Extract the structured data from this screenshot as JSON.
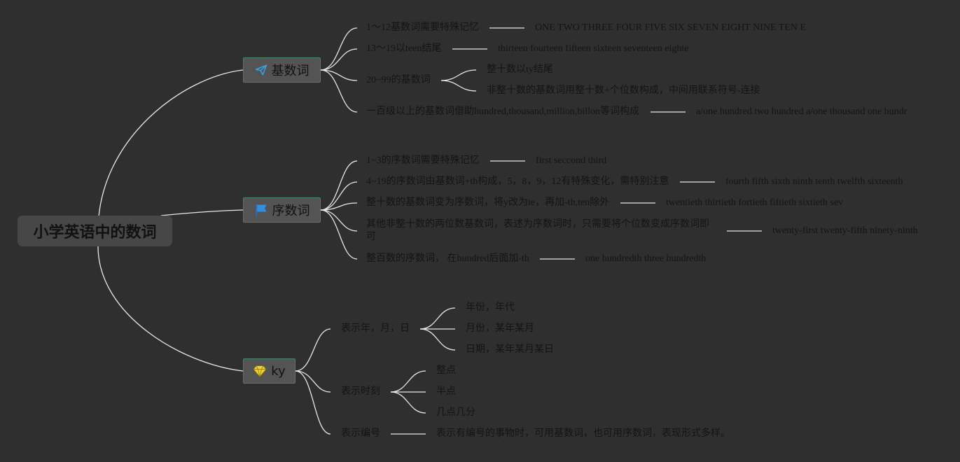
{
  "colors": {
    "background": "#2f2f2f",
    "line": "#e8e8e8",
    "branch_fill": "#545454",
    "branch_border": "#3f8467",
    "text": "#141414"
  },
  "root": {
    "label": "小学英语中的数词"
  },
  "branches": [
    {
      "label": "基数词",
      "icon": "paper-plane-icon"
    },
    {
      "label": "序数词",
      "icon": "flag-icon"
    },
    {
      "label": "ky",
      "icon": "diamond-icon"
    }
  ],
  "cardinal": {
    "t1": "1～12基数词需要特殊记忆",
    "t1_ex": "ONE TWO THREE FOUR FIVE SIX SEVEN EIGHT NINE TEN E",
    "t2": "13～19以teen结尾",
    "t2_ex": "thirteen fourteen fifteen sixteen seventeen eighte",
    "t3": "20~99的基数词",
    "t3_a": "整十数以ty结尾",
    "t3_b": "非整十数的基数词用整十数+个位数构成，中间用联系符号-连接",
    "t4": "一百级以上的基数词借助hundred,thousand,million,billon等词构成",
    "t4_ex": "a/one hundred two hundred a/one thousand one hundr"
  },
  "ordinal": {
    "t1": "1~3的序数词需要特殊记忆",
    "t1_ex": "first seccond third",
    "t2": "4~19的序数词由基数词+th构成，5，8，9，12有特殊变化，需特别注意",
    "t2_ex": "fourth fifth sixth ninth tenth twelfth sixteenth",
    "t3": "整十数的基数词变为序数词，将y改为ie，再加-th,ten除外",
    "t3_ex": "twentieth thirtieth fortieth fiftieth sixtieth sev",
    "t4": "其他非整十数的两位数基数词，表述为序数词时，只需要将个位数变成序数词即可",
    "t4_ex": "twenty-first twenty-fifth ninety-ninth",
    "t5": "整百数的序数词， 在hundred后面加-th",
    "t5_ex": "one hundredth three hundredth"
  },
  "ky": {
    "t1": "表示年，月，日",
    "t1_a": "年份，年代",
    "t1_b": "月份，某年某月",
    "t1_c": "日期，某年某月某日",
    "t2": "表示时刻",
    "t2_a": "整点",
    "t2_b": "半点",
    "t2_c": "几点几分",
    "t3": "表示编号",
    "t3_ex": "表示有编号的事物时，可用基数词，也可用序数词，表现形式多样。"
  }
}
